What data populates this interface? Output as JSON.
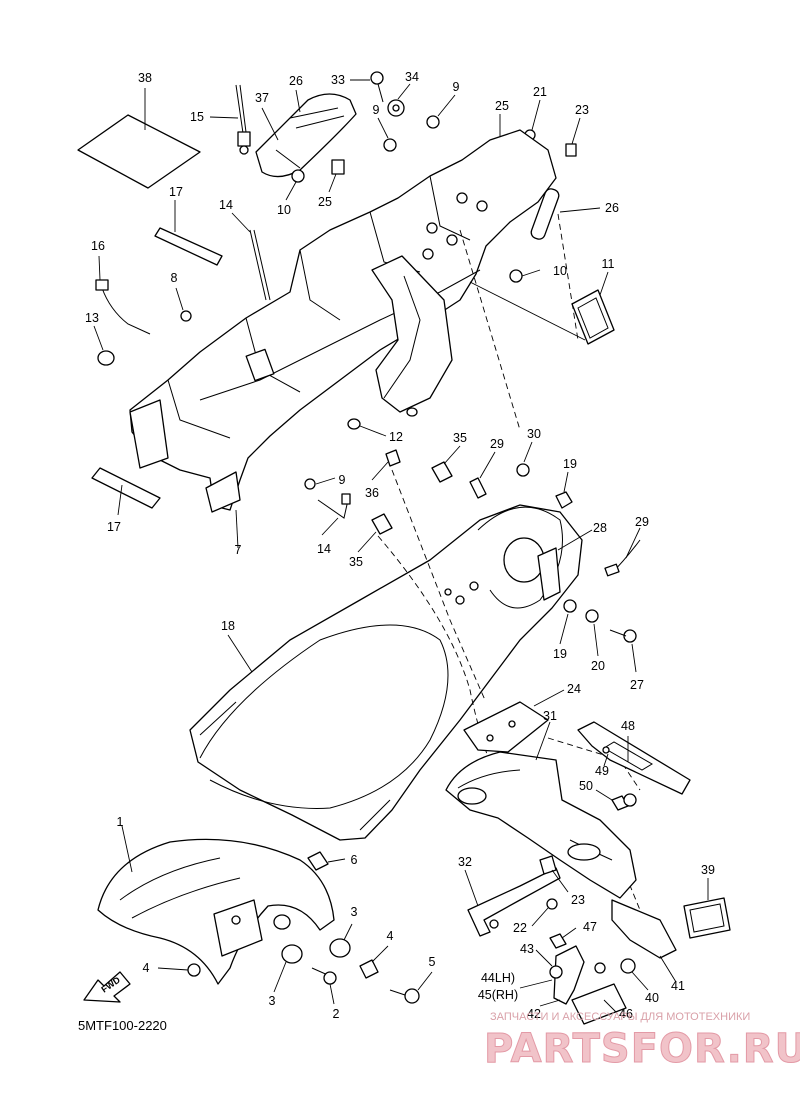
{
  "diagram": {
    "code": "5MTF100-2220",
    "fwd_label": "FWD",
    "callouts": [
      "38",
      "37",
      "26",
      "15",
      "33",
      "34",
      "9",
      "25",
      "21",
      "23",
      "10",
      "9",
      "17",
      "14",
      "26",
      "16",
      "8",
      "25",
      "10",
      "11",
      "13",
      "12",
      "35",
      "29",
      "30",
      "19",
      "28",
      "29",
      "9",
      "36",
      "17",
      "7",
      "14",
      "35",
      "18",
      "19",
      "20",
      "27",
      "24",
      "31",
      "48",
      "49",
      "50",
      "1",
      "6",
      "3",
      "32",
      "23",
      "39",
      "4",
      "22",
      "47",
      "43",
      "3",
      "2",
      "4",
      "5",
      "41",
      "40",
      "42",
      "46",
      "44LH)",
      "45(RH)"
    ]
  },
  "watermark": {
    "subtitle": "ЗАПЧАСТИ И АКСЕССУАРЫ ДЛЯ МОТОТЕХНИКИ",
    "brand": "PARTSFOR.RU"
  }
}
